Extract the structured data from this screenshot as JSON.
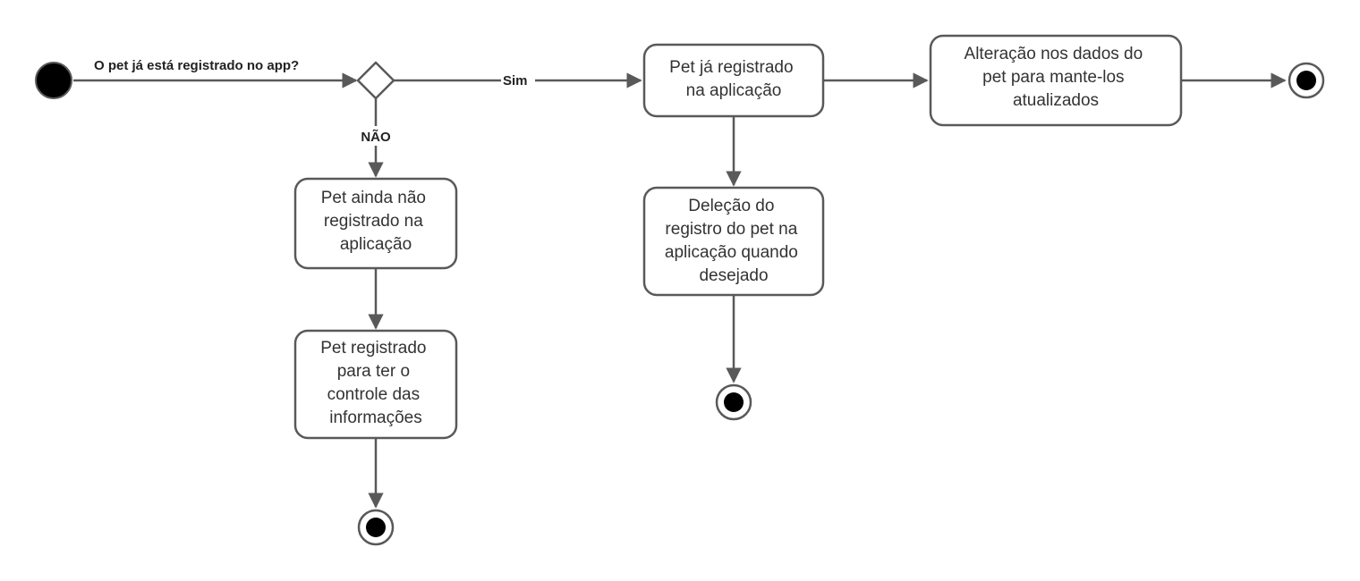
{
  "diagram": {
    "decision_question": "O pet já está registrado no app?",
    "edge_labels": {
      "yes": "Sim",
      "no": "NÃO"
    },
    "nodes": {
      "not_registered": [
        "Pet ainda não",
        "registrado na",
        "aplicação"
      ],
      "registered_control": [
        "Pet registrado",
        "para ter o",
        "controle das",
        "informações"
      ],
      "already_registered": [
        "Pet já registrado",
        "na aplicação"
      ],
      "deletion": [
        "Deleção do",
        "registro do pet na",
        "aplicação quando",
        "desejado"
      ],
      "update": [
        "Alteração nos dados do",
        "pet para mante-los",
        "atualizados"
      ]
    },
    "colors": {
      "stroke": "#595959",
      "text": "#333333",
      "node_fill": "#ffffff",
      "terminal": "#000000"
    }
  }
}
